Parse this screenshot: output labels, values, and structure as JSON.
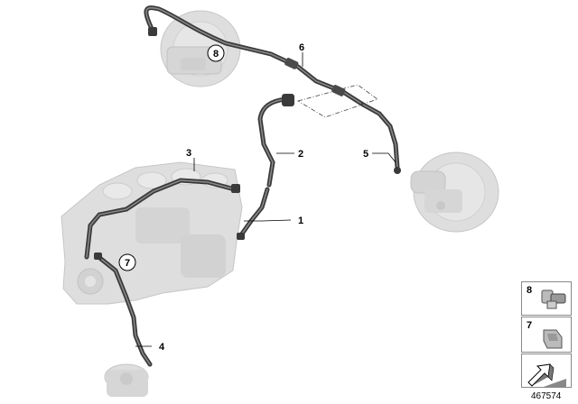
{
  "callouts": {
    "part_1": "1",
    "part_2": "2",
    "part_3": "3",
    "part_4": "4",
    "part_5": "5",
    "part_6": "6",
    "part_7": "7",
    "part_8": "8"
  },
  "legend": {
    "item_8": "8",
    "item_7": "7"
  },
  "drawing_id": "467574",
  "colors": {
    "ghost_part": "#dedede",
    "ghost_outline": "#c6c6c6",
    "hose": "#3a3a3a",
    "hose_highlight": "#8a8a8a",
    "leader": "#000000"
  }
}
